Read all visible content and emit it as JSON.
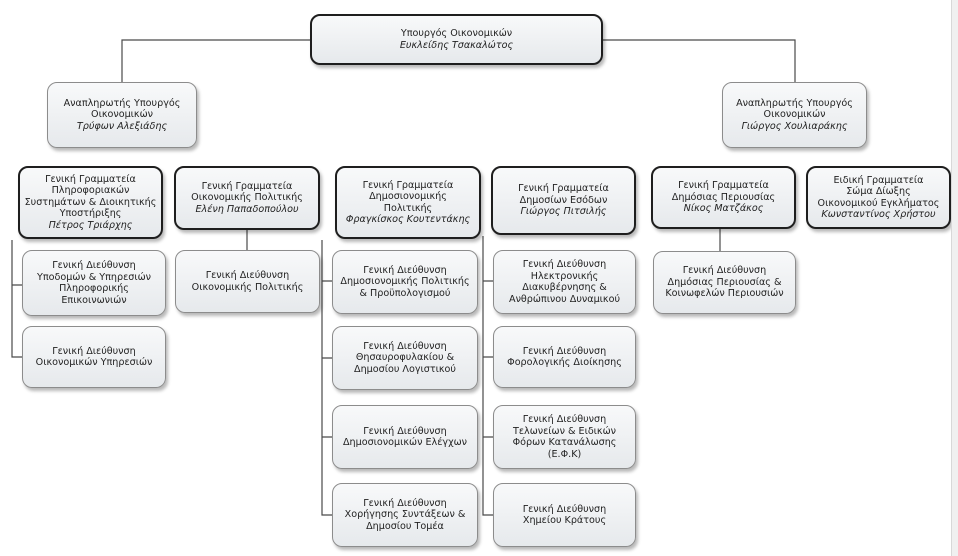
{
  "minister": {
    "title": "Υπουργός Οικονομικών",
    "name": "Ευκλείδης Τσακαλώτος"
  },
  "deputy_left": {
    "title": "Αναπληρωτής Υπουργός\nΟικονομικών",
    "name": "Τρύφων Αλεξιάδης"
  },
  "deputy_right": {
    "title": "Αναπληρωτής Υπουργός\nΟικονομικών",
    "name": "Γιώργος Χουλιαράκης"
  },
  "secretariats": [
    {
      "title": "Γενική Γραμματεία\nΠληροφοριακών\nΣυστημάτων & Διοικητικής\nΥποστήριξης",
      "name": "Πέτρος Τριάρχης"
    },
    {
      "title": "Γενική Γραμματεία\nΟικονομικής Πολιτικής",
      "name": "Ελένη Παπαδοπούλου"
    },
    {
      "title": "Γενική Γραμματεία\nΔημοσιονομικής\nΠολιτικής",
      "name": "Φραγκίσκος Κουτεντάκης"
    },
    {
      "title": "Γενική Γραμματεία\nΔημοσίων Εσόδων",
      "name": "Γιώργος Πιτσιλής"
    },
    {
      "title": "Γενική Γραμματεία\nΔημόσιας Περιουσίας",
      "name": "Νίκος Ματζάκος"
    },
    {
      "title": "Ειδική Γραμματεία\nΣώμα Δίωξης\nΟικονομικού Εγκλήματος",
      "name": "Κωνσταντίνος Χρήστου"
    }
  ],
  "directorates": {
    "col1": [
      "Γενική Διεύθυνση\nΥποδομών & Υπηρεσιών\nΠληροφορικής\nΕπικοινωνιών",
      "Γενική Διεύθυνση\nΟικονομικών Υπηρεσιών"
    ],
    "col2": [
      "Γενική Διεύθυνση\nΟικονομικής Πολιτικής"
    ],
    "col3": [
      "Γενική Διεύθυνση\nΔημοσιονομικής Πολιτικής\n& Προϋπολογισμού",
      "Γενική Διεύθυνση\nΘησαυροφυλακίου &\nΔημοσίου Λογιστικού",
      "Γενική Διεύθυνση\nΔημοσιονομικών Ελέγχων",
      "Γενική Διεύθυνση\nΧορήγησης Συντάξεων &\nΔημοσίου Τομέα"
    ],
    "col4": [
      "Γενική Διεύθυνση\nΗλεκτρονικής\nΔιακυβέρνησης &\nΑνθρώπινου Δυναμικού",
      "Γενική Διεύθυνση\nΦορολογικής Διοίκησης",
      "Γενική Διεύθυνση\nΤελωνείων & Ειδικών\nΦόρων Κατανάλωσης\n(Ε.Φ.Κ)",
      "Γενική Διεύθυνση\nΧημείου Κράτους"
    ],
    "col5": [
      "Γενική Διεύθυνση\nΔημόσιας Περιουσίας &\nΚοινωφελών Περιουσιών"
    ]
  },
  "colors": {
    "line": "#4a4a4a",
    "box_border": "#8c8c8c",
    "bold_border": "#1e1e1e"
  }
}
